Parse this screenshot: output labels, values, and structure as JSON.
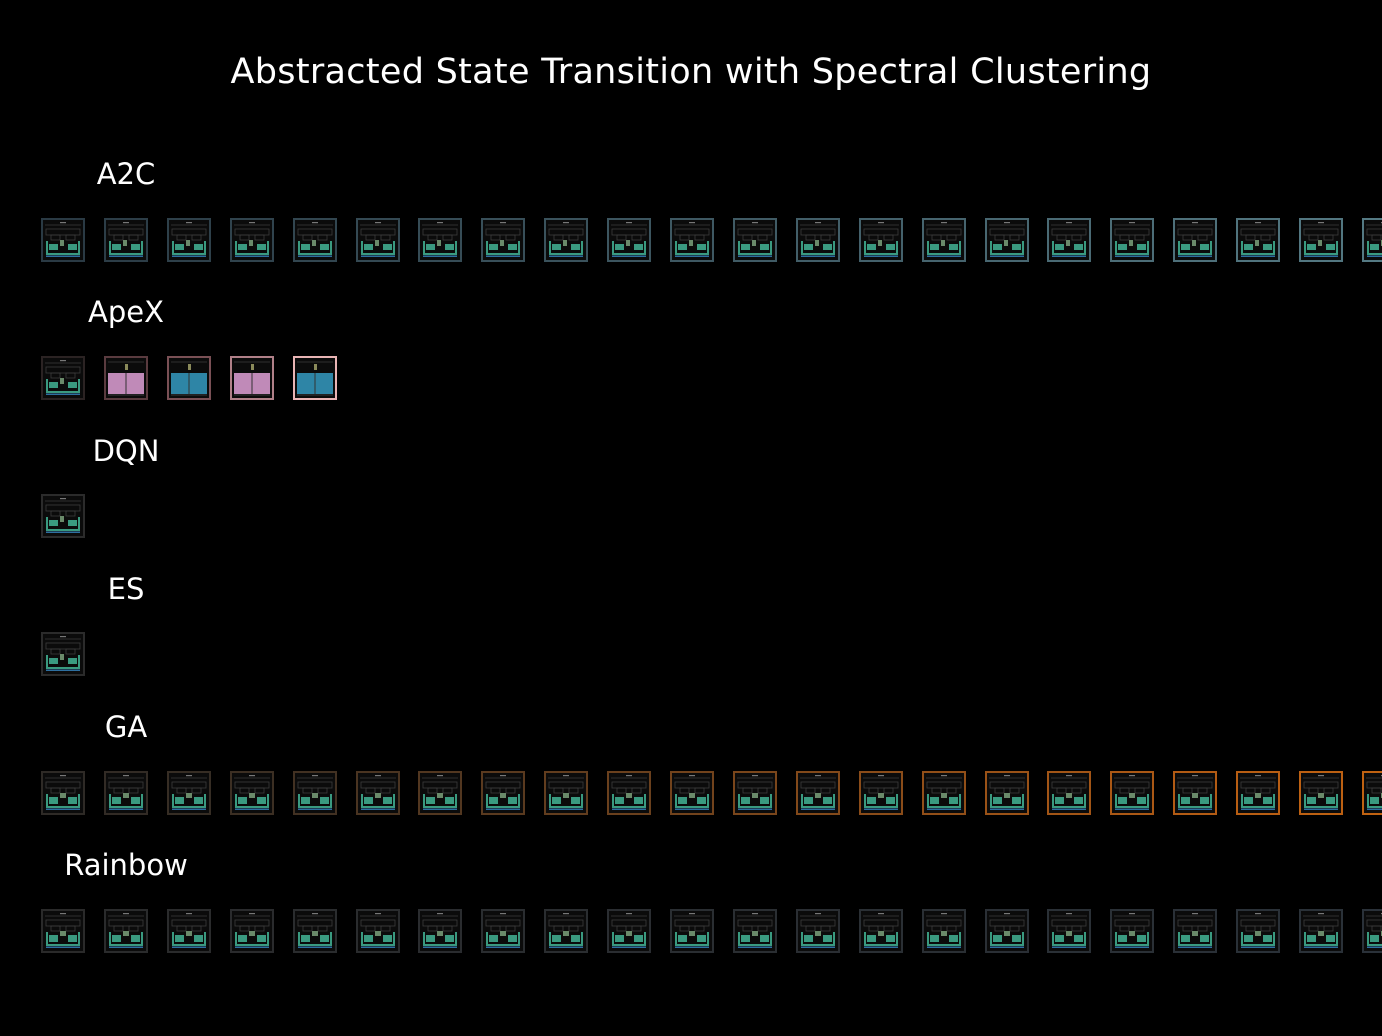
{
  "title": "Abstracted State Transition with Spectral Clustering",
  "rows": [
    {
      "label": "A2C",
      "count": 22,
      "borders": [
        "#2a3a44",
        "#2c3d47",
        "#2e404a",
        "#30434d",
        "#324650",
        "#344953",
        "#364c56",
        "#384f59",
        "#3a525c",
        "#3c555f",
        "#3e5862",
        "#405b65",
        "#425e68",
        "#44616b",
        "#46646e",
        "#486771",
        "#4a6a74",
        "#4c6d77",
        "#4e707a",
        "#50737d",
        "#527680",
        "#547983"
      ],
      "scene": "green"
    },
    {
      "label": "ApeX",
      "count": 5,
      "borders": [
        "#2b2323",
        "#5a3b3f",
        "#7a5055",
        "#b08088",
        "#e8b4b4"
      ],
      "scene_list": [
        "green",
        "pink",
        "blue",
        "pink",
        "blue"
      ]
    },
    {
      "label": "DQN",
      "count": 1,
      "borders": [
        "#2b2b2b"
      ],
      "scene": "green"
    },
    {
      "label": "ES",
      "count": 1,
      "borders": [
        "#2b2b2b"
      ],
      "scene": "green"
    },
    {
      "label": "GA",
      "count": 22,
      "borders": [
        "#2e2a26",
        "#322b25",
        "#362d24",
        "#3c2f23",
        "#423122",
        "#4a3421",
        "#523720",
        "#5a3a1f",
        "#623d1e",
        "#6a401d",
        "#72431c",
        "#7a461b",
        "#82491a",
        "#8a4c19",
        "#924f18",
        "#9a5217",
        "#a25516",
        "#aa5815",
        "#b25b14",
        "#b85e13",
        "#bc6012",
        "#c06211"
      ],
      "scene": "green-alt"
    },
    {
      "label": "Rainbow",
      "count": 22,
      "borders": [
        "#2a2a2a",
        "#2a2b2c",
        "#2a2b2c",
        "#2a2b2d",
        "#2a2c2e",
        "#2a2c2e",
        "#2a2c2f",
        "#2a2d30",
        "#2a2d30",
        "#2a2d31",
        "#2a2e32",
        "#2a2e32",
        "#2a2e33",
        "#2a2f34",
        "#2a2f34",
        "#2a2f35",
        "#2a3036",
        "#2a3036",
        "#2a3037",
        "#2a3138",
        "#2a3138",
        "#2a3139"
      ],
      "scene": "green-alt"
    }
  ],
  "colors": {
    "background": "#000000",
    "text": "#ffffff",
    "teal": "#3a9a80",
    "pink": "#c08ab8",
    "blue": "#2e85a6"
  }
}
